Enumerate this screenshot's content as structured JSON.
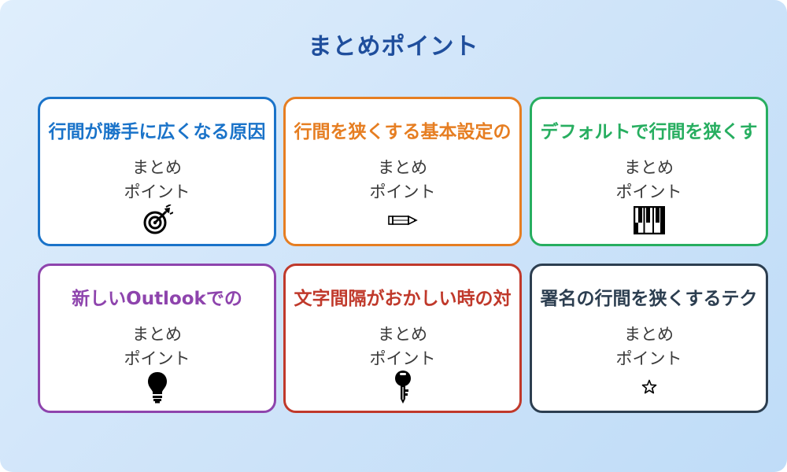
{
  "header": {
    "title": "まとめポイント"
  },
  "cards": [
    {
      "title": "行間が勝手に広くなる原因",
      "subtitle_line1": "まとめ",
      "subtitle_line2": "ポイント",
      "icon": "target-icon",
      "color": "#1a73c9"
    },
    {
      "title": "行間を狭くする基本設定の",
      "subtitle_line1": "まとめ",
      "subtitle_line2": "ポイント",
      "icon": "pencil-icon",
      "color": "#e67e22"
    },
    {
      "title": "デフォルトで行間を狭くす",
      "subtitle_line1": "まとめ",
      "subtitle_line2": "ポイント",
      "icon": "piano-keys-icon",
      "color": "#27ae60"
    },
    {
      "title": "新しいOutlookでの",
      "subtitle_line1": "まとめ",
      "subtitle_line2": "ポイント",
      "icon": "lightbulb-icon",
      "color": "#8e44ad"
    },
    {
      "title": "文字間隔がおかしい時の対",
      "subtitle_line1": "まとめ",
      "subtitle_line2": "ポイント",
      "icon": "key-icon",
      "color": "#c0392b"
    },
    {
      "title": "署名の行間を狭くするテク",
      "subtitle_line1": "まとめ",
      "subtitle_line2": "ポイント",
      "icon": "star-icon",
      "color": "#2c3e50"
    }
  ]
}
